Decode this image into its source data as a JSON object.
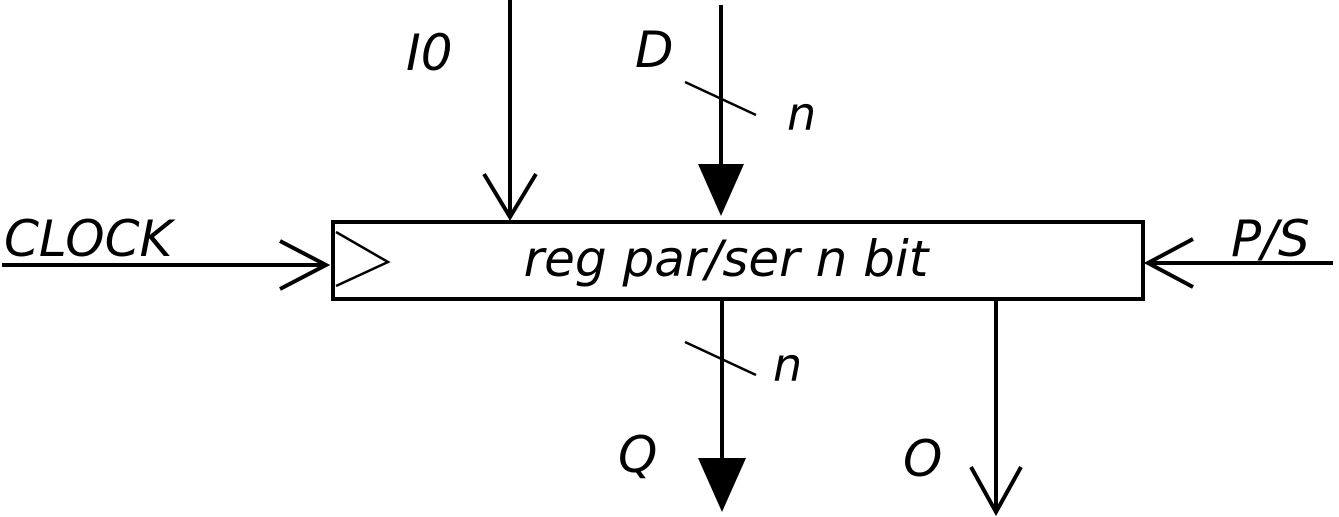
{
  "block": {
    "label": "reg par/ser n bit"
  },
  "inputs": {
    "clock": "CLOCK",
    "i0": "I0",
    "d": "D",
    "ps": "P/S"
  },
  "outputs": {
    "q": "Q",
    "o": "O"
  },
  "bus_width": {
    "input": "n",
    "output": "n"
  }
}
